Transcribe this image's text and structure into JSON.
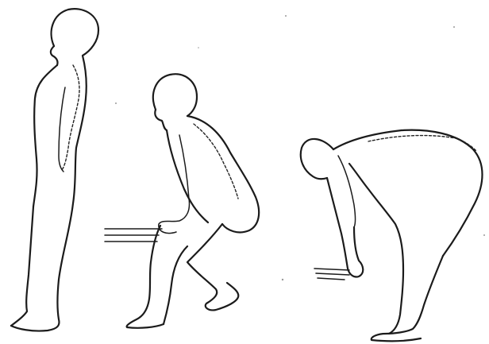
{
  "figure": {
    "figures": [
      {
        "posture": "standing-upright"
      },
      {
        "posture": "squatting-to-lift"
      },
      {
        "posture": "bending-forward-to-lift"
      }
    ],
    "colors": {
      "ink": "#1b1b1b",
      "paper": "#ffffff"
    }
  }
}
